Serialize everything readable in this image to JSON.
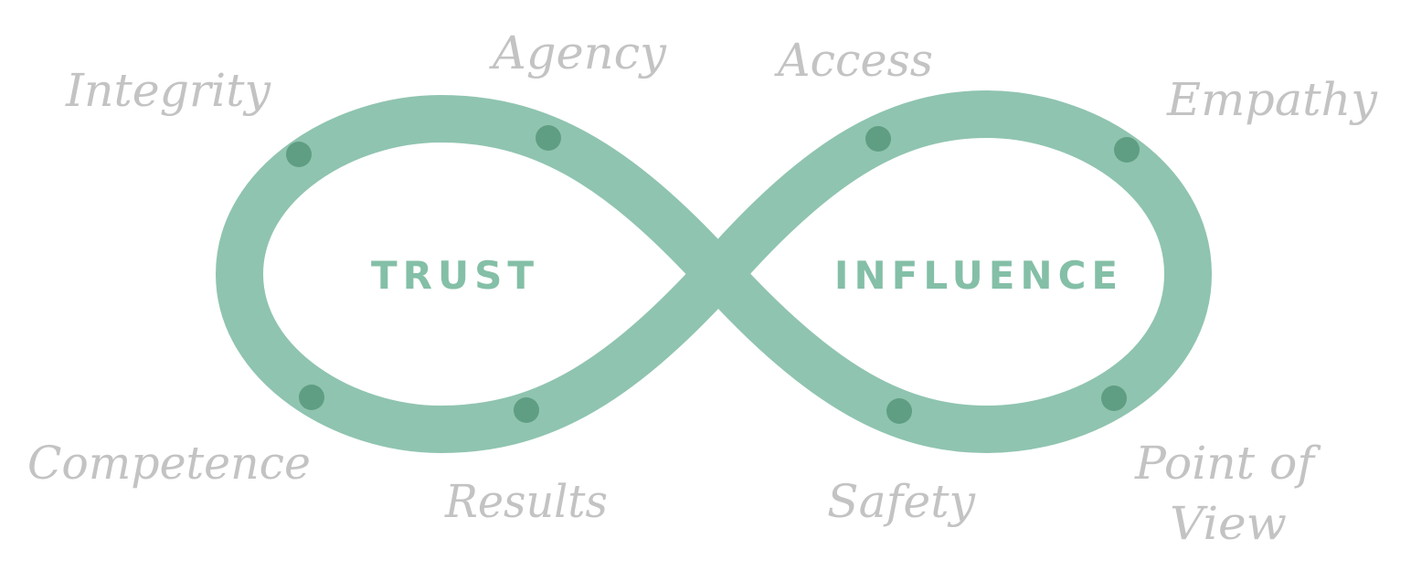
{
  "colors": {
    "loop": "#8fc4b0",
    "dots": "#5f9e83",
    "center_text": "#84bfa7",
    "outer_text": "#c3c3c3",
    "background": "#ffffff"
  },
  "center": {
    "left": "TRUST",
    "right": "INFLUENCE"
  },
  "labels": {
    "integrity": "Integrity",
    "agency": "Agency",
    "access": "Access",
    "empathy": "Empathy",
    "competence": "Competence",
    "results": "Results",
    "safety": "Safety",
    "point_of_view_line1": "Point of",
    "point_of_view_line2": "View"
  }
}
